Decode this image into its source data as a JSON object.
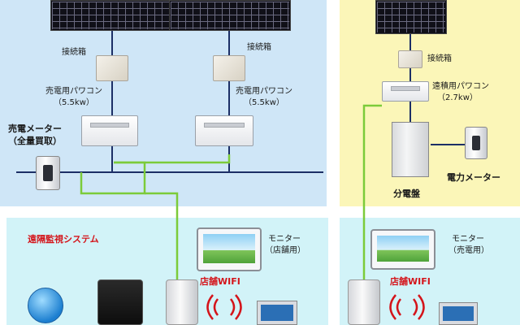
{
  "labels": {
    "junction_box_left": "接続箱",
    "junction_box_mid": "接続箱",
    "junction_box_right": "接続箱",
    "pcon_left_title": "売電用パワコン",
    "pcon_left_spec": "（5.5kw）",
    "pcon_mid_title": "売電用パワコン",
    "pcon_mid_spec": "（5.5kw）",
    "pcon_right_title": "遠積用パワコン",
    "pcon_right_spec": "（2.7kw）",
    "sell_meter_title": "売電メーター",
    "sell_meter_sub": "（全量買取）",
    "power_meter": "電力メーター",
    "distribution_board": "分電盤",
    "remote_monitoring": "遠隔監視システム",
    "monitor_store_title": "モニター",
    "monitor_store_sub": "（店舗用）",
    "monitor_sale_title": "モニター",
    "monitor_sale_sub": "（売電用）",
    "wifi_left": "店舗WIFI",
    "wifi_right": "店舗WIFI"
  },
  "colors": {
    "panel_blue": "#cfe6f7",
    "panel_yellow": "#fbf6b8",
    "panel_cyan": "#d2f3f8",
    "wire_dark": "#1c2f66",
    "wire_green": "#7ccb3a",
    "accent_red": "#d4141a"
  },
  "icons": [
    "solar-panel-icon",
    "junction-box-icon",
    "inverter-icon",
    "meter-icon",
    "distribution-board-icon",
    "monitor-icon",
    "router-icon",
    "wifi-unit-icon",
    "wifi-signal-icon",
    "computer-icon",
    "globe-icon"
  ]
}
